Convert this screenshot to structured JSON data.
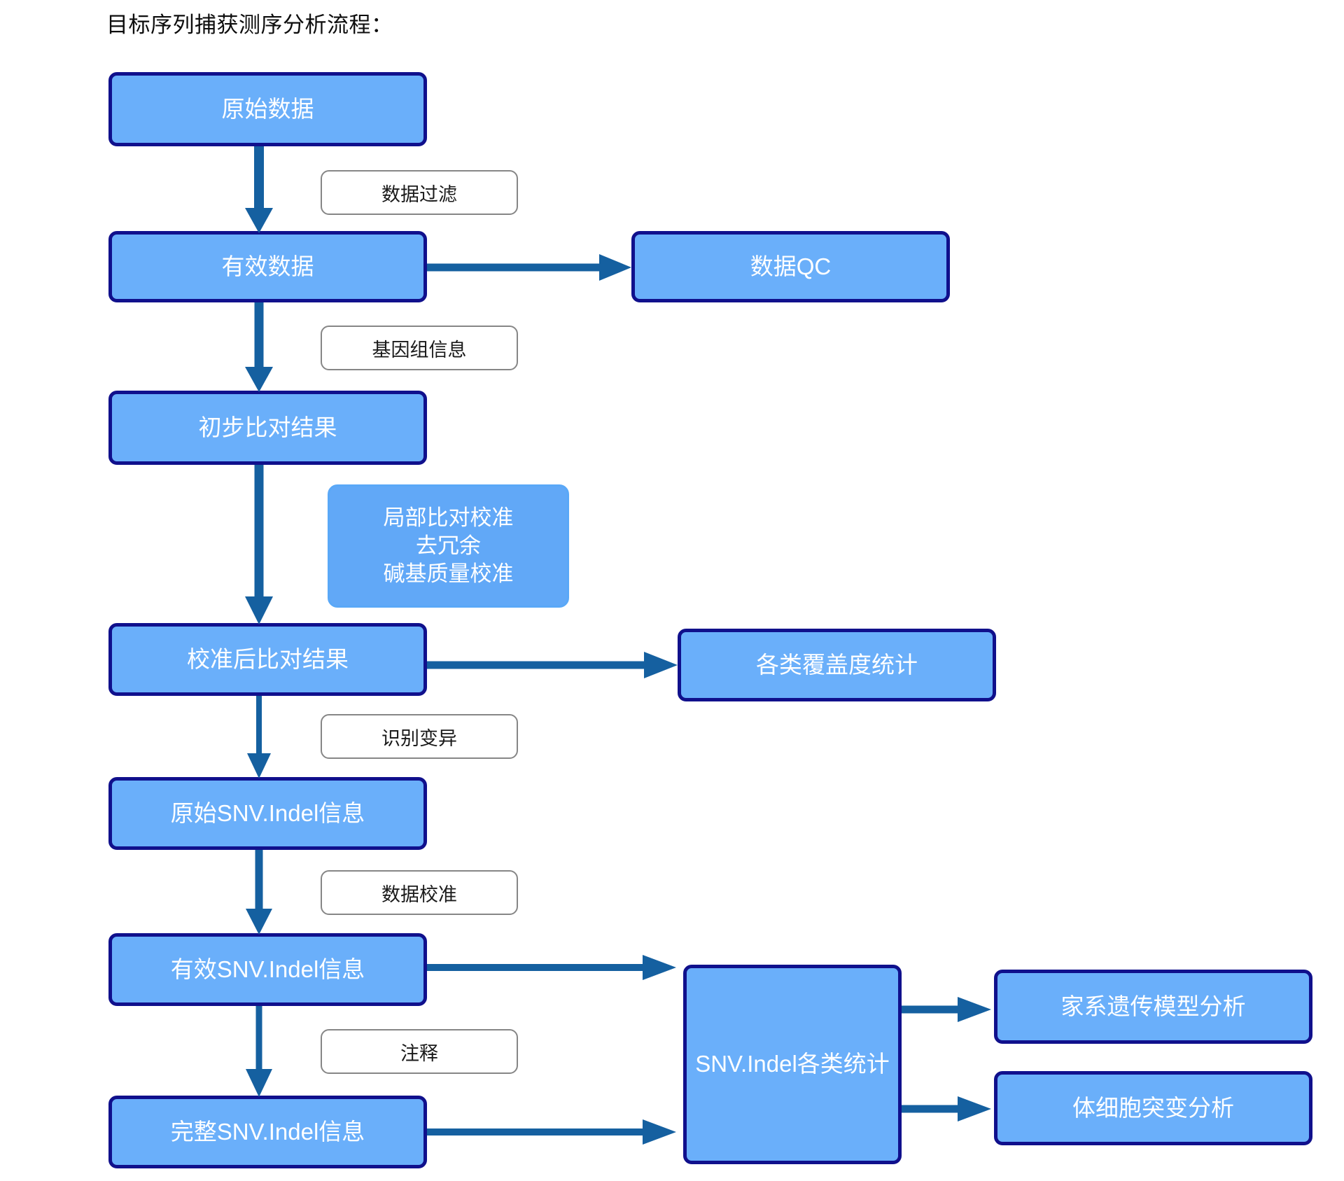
{
  "title": "目标序列捕获测序分析流程：",
  "nodes": {
    "raw_data": "原始数据",
    "clean_data": "有效数据",
    "data_qc": "数据QC",
    "initial_alignment": "初步比对结果",
    "realign_block": "局部比对校准\n去冗余\n碱基质量校准",
    "calibrated_alignment": "校准后比对结果",
    "coverage_stats": "各类覆盖度统计",
    "raw_snv_indel": "原始SNV.Indel信息",
    "valid_snv_indel": "有效SNV.Indel信息",
    "full_snv_indel": "完整SNV.Indel信息",
    "snv_indel_stats": "SNV.Indel各类统计",
    "pedigree_analysis": "家系遗传模型分析",
    "somatic_analysis": "体细胞突变分析"
  },
  "edge_labels": {
    "filter": "数据过滤",
    "genome_info": "基因组信息",
    "call_variants": "识别变异",
    "data_calibration": "数据校准",
    "annotation": "注释"
  },
  "colors": {
    "node_fill": "#6aaffa",
    "node_border": "#10108c",
    "node_text": "#ffffff",
    "soft_node_fill": "#61a8f7",
    "soft_node_border": "#5aa8f7",
    "chip_fill": "#ffffff",
    "chip_border": "#868686",
    "chip_text": "#1a1a1a",
    "connector": "#1560a0",
    "background": "#ffffff",
    "title_text": "#0d0d0d"
  }
}
